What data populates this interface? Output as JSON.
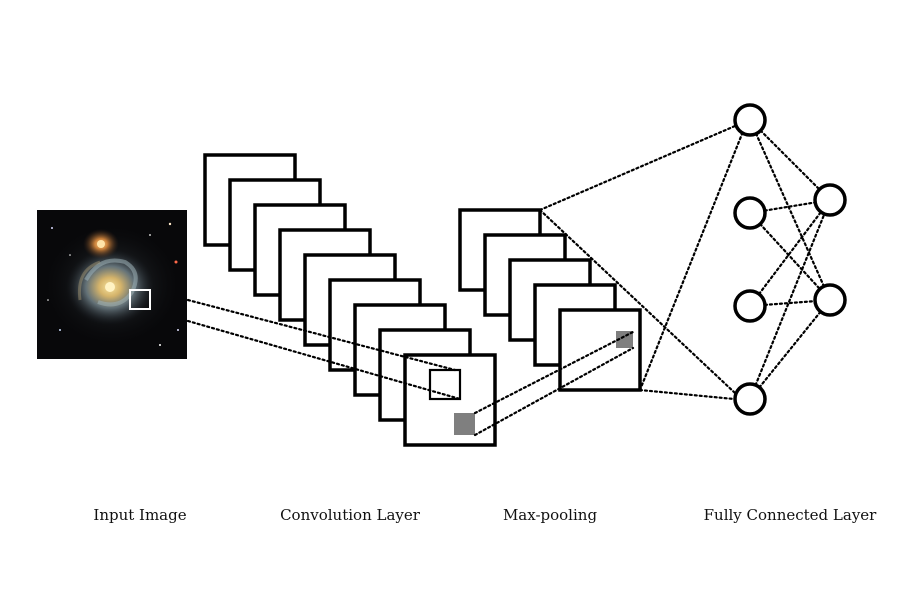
{
  "labels": {
    "input": "Input Image",
    "conv": "Convolution Layer",
    "pool": "Max-pooling",
    "fc": "Fully Connected Layer"
  },
  "structure": {
    "conv_feature_maps": 9,
    "pool_feature_maps": 5,
    "fc_layers": [
      4,
      2
    ]
  },
  "colors": {
    "stroke": "#000000",
    "highlight": "#7f7f7f",
    "image_bg": "#08080a"
  }
}
